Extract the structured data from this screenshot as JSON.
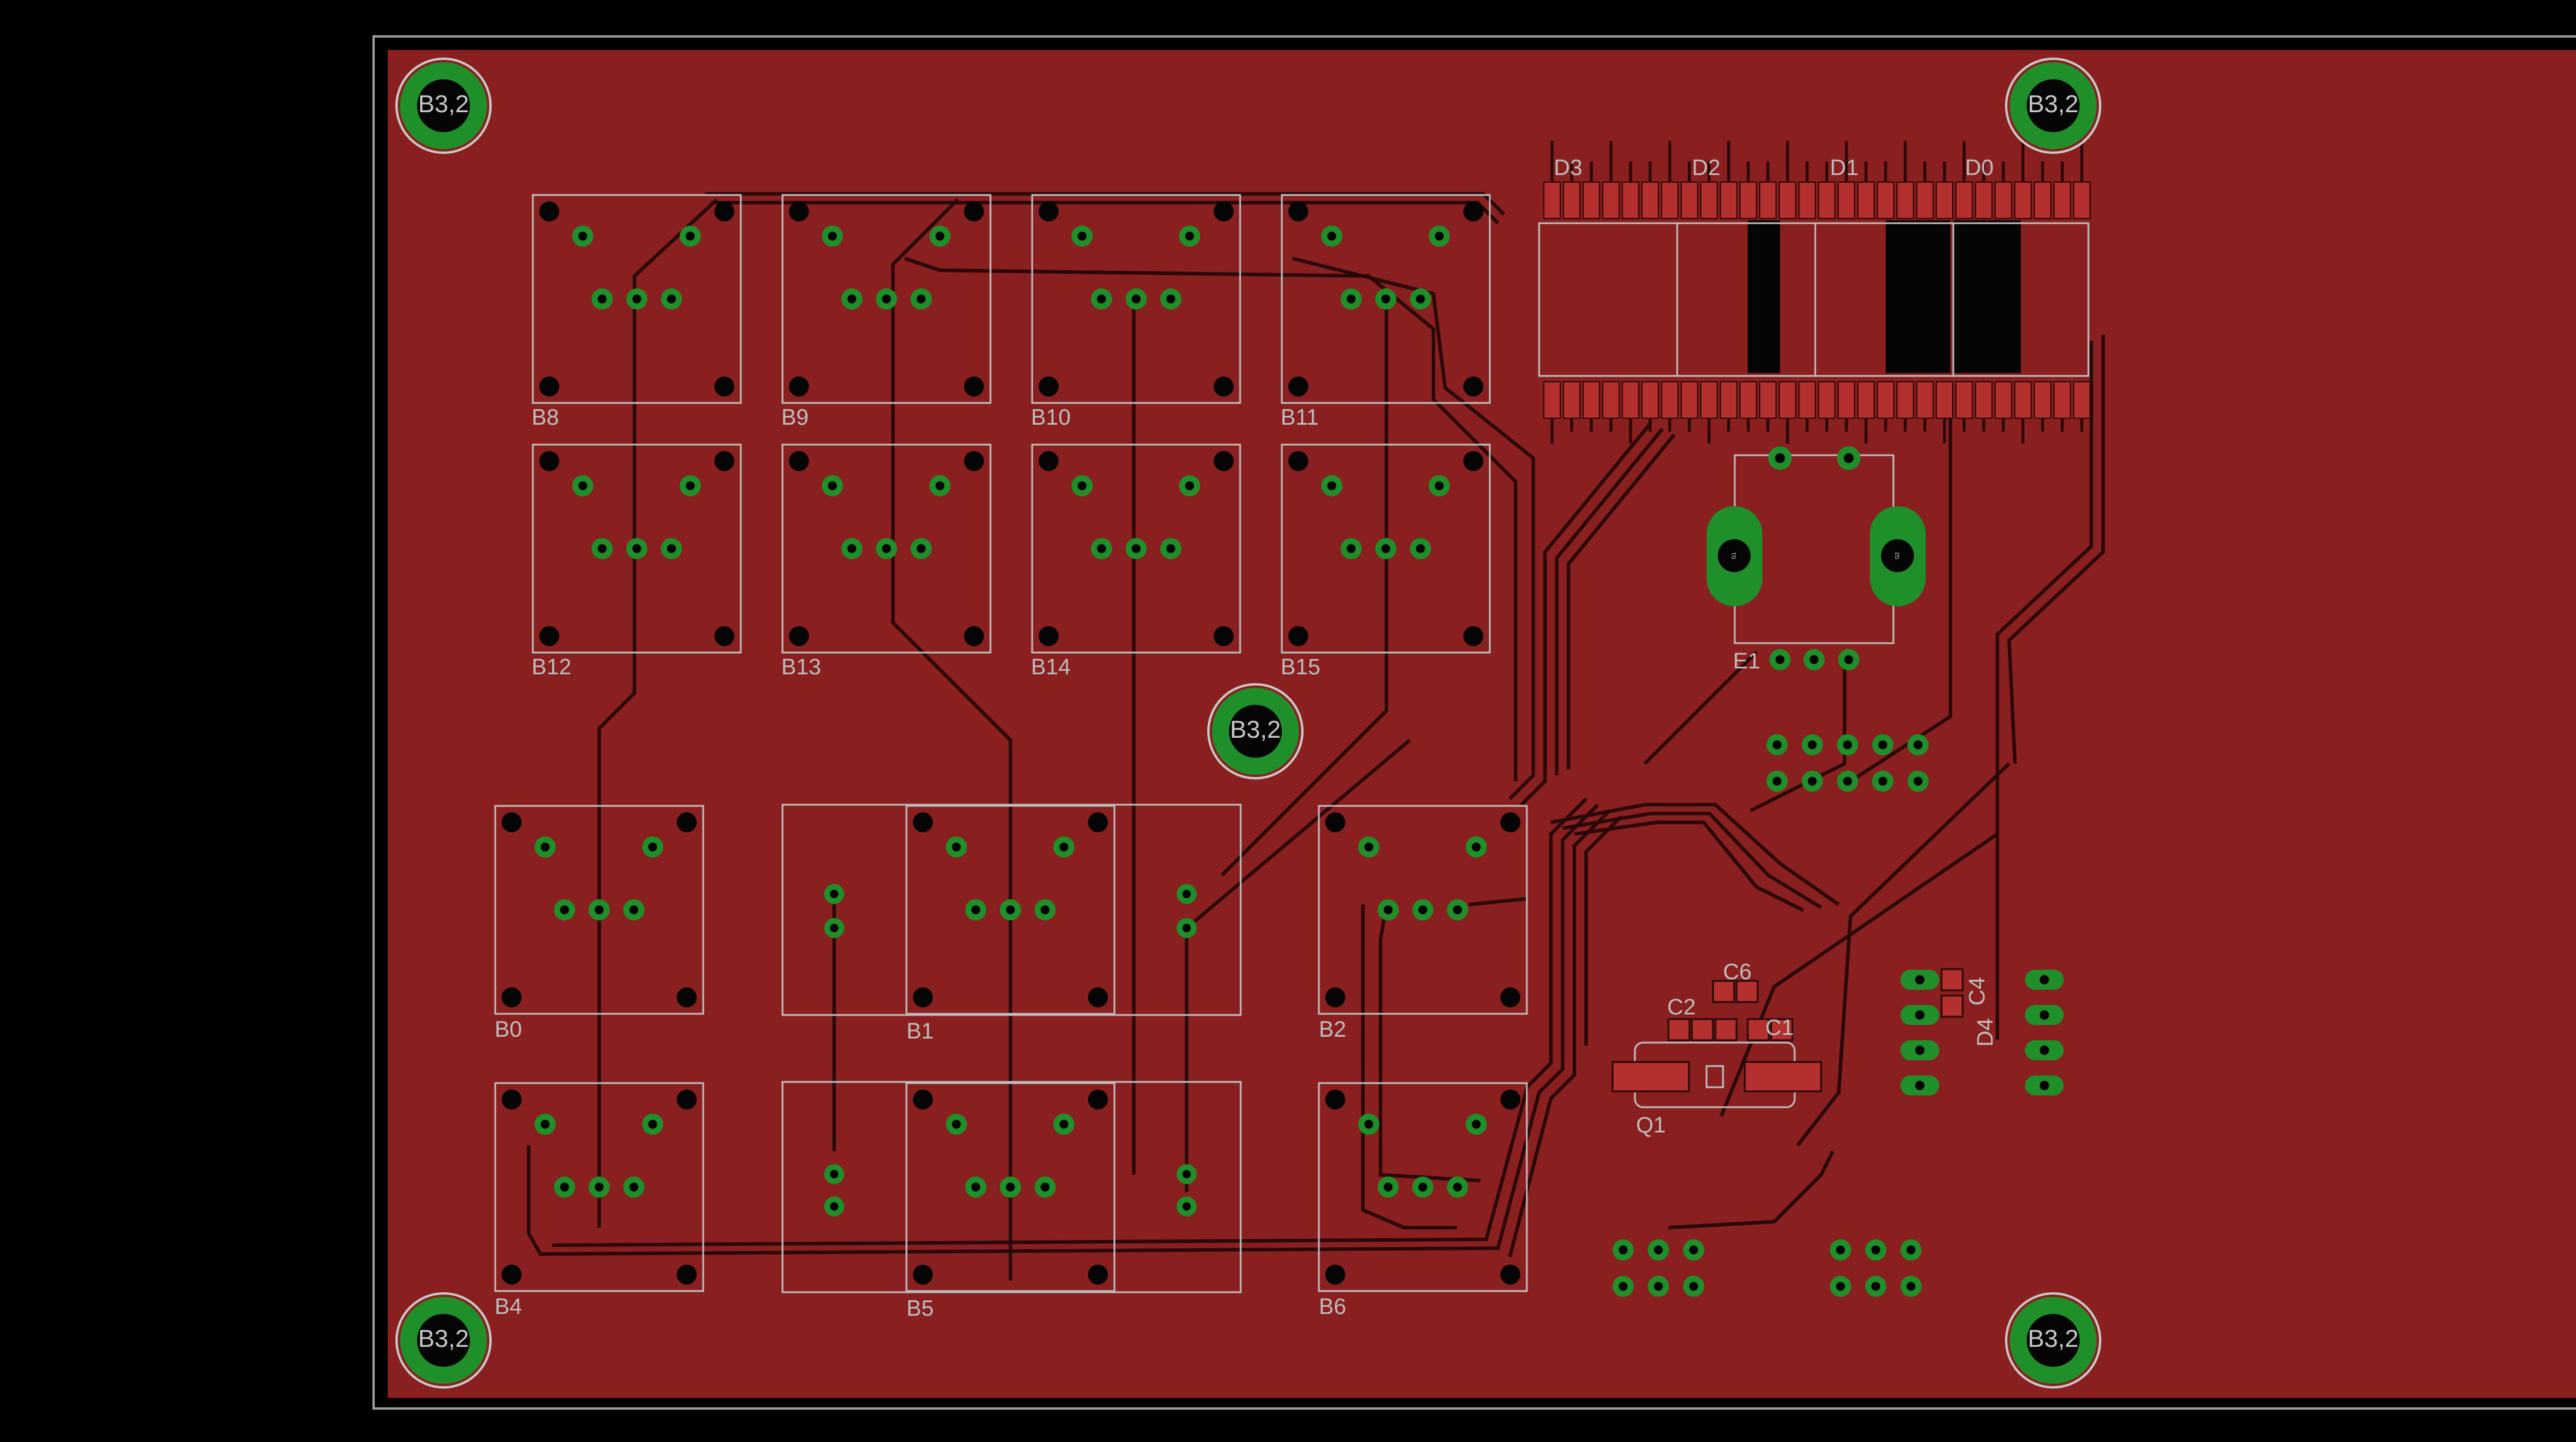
{
  "colors": {
    "background": "#000000",
    "copper": "#8a1f1f",
    "trace_dark": "#2a0808",
    "pad_green": "#1f8f2a",
    "drill_black": "#050505",
    "silkscreen": "#bdbdbd",
    "smd_pad": "#b3302e"
  },
  "mounting_holes": [
    {
      "id": "mh-top-left",
      "label": "B3,2"
    },
    {
      "id": "mh-top-right",
      "label": "B3,2"
    },
    {
      "id": "mh-center",
      "label": "B3,2"
    },
    {
      "id": "mh-bottom-left",
      "label": "B3,2"
    },
    {
      "id": "mh-bottom-right",
      "label": "B3,2"
    }
  ],
  "buttons_upper": [
    "B8",
    "B9",
    "B10",
    "B11",
    "B12",
    "B13",
    "B14",
    "B15"
  ],
  "buttons_lower": [
    "B0",
    "B1",
    "B2",
    "B4",
    "B5",
    "B6"
  ],
  "displays": [
    "D3",
    "D2",
    "D1",
    "D0"
  ],
  "encoder": {
    "label": "E1",
    "pads": [
      "G1",
      "G2"
    ]
  },
  "smd_components": {
    "c6": "C6",
    "c2": "C2",
    "c1": "C1",
    "q1": "Q1",
    "c4": "C4",
    "d4": "D4"
  }
}
